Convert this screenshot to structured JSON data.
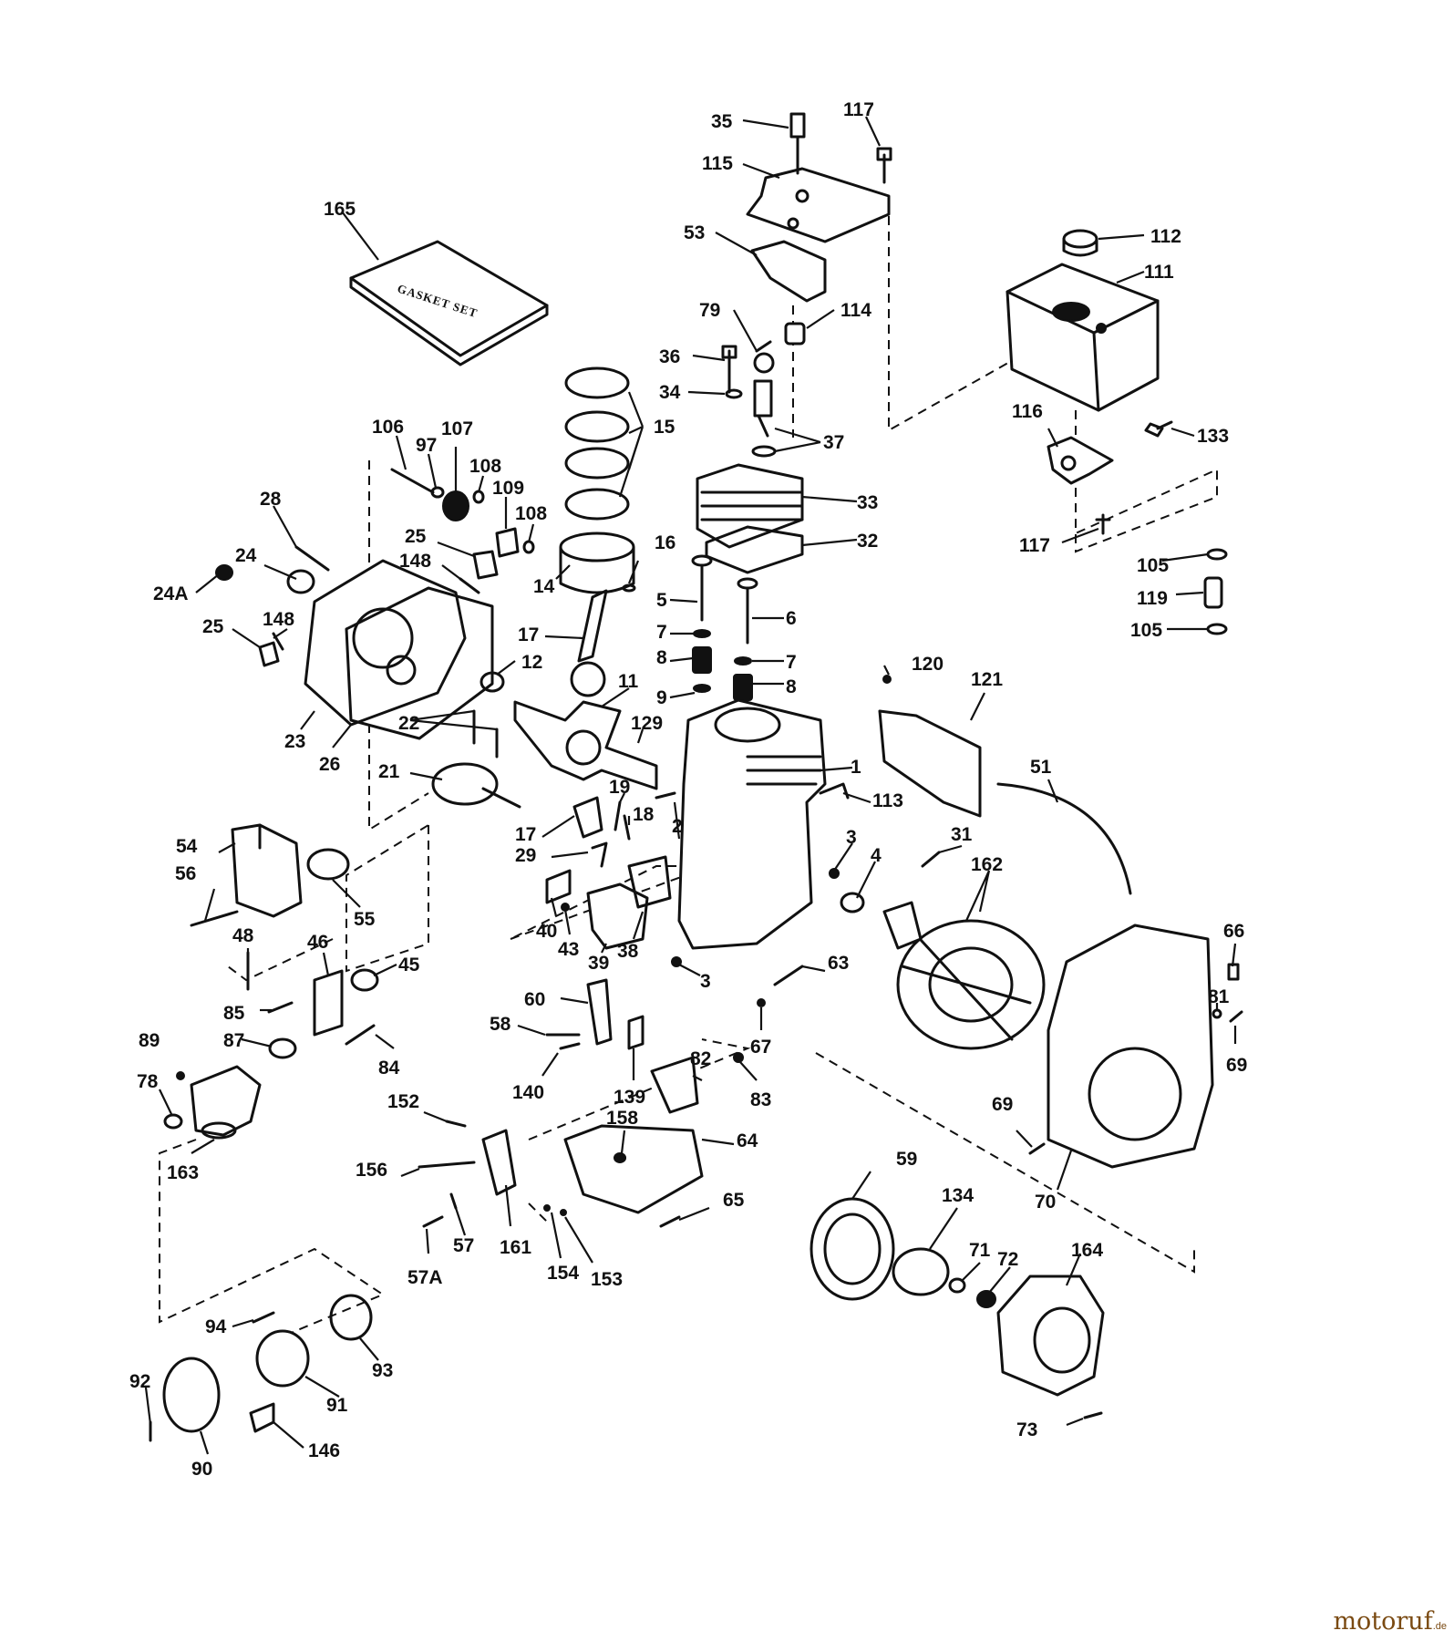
{
  "gasket_label": "GASKET SET",
  "watermark": {
    "name": "motoruf",
    "suffix": ".de"
  },
  "callouts": [
    {
      "id": "c35",
      "text": "35"
    },
    {
      "id": "c117a",
      "text": "117"
    },
    {
      "id": "c115",
      "text": "115"
    },
    {
      "id": "c165",
      "text": "165"
    },
    {
      "id": "c53",
      "text": "53"
    },
    {
      "id": "c112",
      "text": "112"
    },
    {
      "id": "c111",
      "text": "111"
    },
    {
      "id": "c79",
      "text": "79"
    },
    {
      "id": "c114",
      "text": "114"
    },
    {
      "id": "c36",
      "text": "36"
    },
    {
      "id": "c34",
      "text": "34"
    },
    {
      "id": "c15",
      "text": "15"
    },
    {
      "id": "c37",
      "text": "37"
    },
    {
      "id": "c116",
      "text": "116"
    },
    {
      "id": "c133",
      "text": "133"
    },
    {
      "id": "c106",
      "text": "106"
    },
    {
      "id": "c97",
      "text": "97"
    },
    {
      "id": "c107",
      "text": "107"
    },
    {
      "id": "c108a",
      "text": "108"
    },
    {
      "id": "c109",
      "text": "109"
    },
    {
      "id": "c108b",
      "text": "108"
    },
    {
      "id": "c33",
      "text": "33"
    },
    {
      "id": "c28",
      "text": "28"
    },
    {
      "id": "c32",
      "text": "32"
    },
    {
      "id": "c117b",
      "text": "117"
    },
    {
      "id": "c25a",
      "text": "25"
    },
    {
      "id": "c148a",
      "text": "148"
    },
    {
      "id": "c24",
      "text": "24"
    },
    {
      "id": "c14",
      "text": "14"
    },
    {
      "id": "c16",
      "text": "16"
    },
    {
      "id": "c105a",
      "text": "105"
    },
    {
      "id": "c24A",
      "text": "24A"
    },
    {
      "id": "c119",
      "text": "119"
    },
    {
      "id": "c5",
      "text": "5"
    },
    {
      "id": "c6",
      "text": "6"
    },
    {
      "id": "c105b",
      "text": "105"
    },
    {
      "id": "c25b",
      "text": "25"
    },
    {
      "id": "c148b",
      "text": "148"
    },
    {
      "id": "c7a",
      "text": "7"
    },
    {
      "id": "c17a",
      "text": "17"
    },
    {
      "id": "c8a",
      "text": "8"
    },
    {
      "id": "c7b",
      "text": "7"
    },
    {
      "id": "c12",
      "text": "12"
    },
    {
      "id": "c120",
      "text": "120"
    },
    {
      "id": "c11",
      "text": "11"
    },
    {
      "id": "c121",
      "text": "121"
    },
    {
      "id": "c8b",
      "text": "8"
    },
    {
      "id": "c9",
      "text": "9"
    },
    {
      "id": "c23",
      "text": "23"
    },
    {
      "id": "c22",
      "text": "22"
    },
    {
      "id": "c129",
      "text": "129"
    },
    {
      "id": "c26",
      "text": "26"
    },
    {
      "id": "c51",
      "text": "51"
    },
    {
      "id": "c1",
      "text": "1"
    },
    {
      "id": "c21",
      "text": "21"
    },
    {
      "id": "c113",
      "text": "113"
    },
    {
      "id": "c19",
      "text": "19"
    },
    {
      "id": "c18",
      "text": "18"
    },
    {
      "id": "c2",
      "text": "2"
    },
    {
      "id": "c31",
      "text": "31"
    },
    {
      "id": "c17b",
      "text": "17"
    },
    {
      "id": "c54",
      "text": "54"
    },
    {
      "id": "c3a",
      "text": "3"
    },
    {
      "id": "c162",
      "text": "162"
    },
    {
      "id": "c29",
      "text": "29"
    },
    {
      "id": "c4",
      "text": "4"
    },
    {
      "id": "c56",
      "text": "56"
    },
    {
      "id": "c55",
      "text": "55"
    },
    {
      "id": "c40",
      "text": "40"
    },
    {
      "id": "c43",
      "text": "43"
    },
    {
      "id": "c39",
      "text": "39"
    },
    {
      "id": "c38",
      "text": "38"
    },
    {
      "id": "c66",
      "text": "66"
    },
    {
      "id": "c48",
      "text": "48"
    },
    {
      "id": "c46",
      "text": "46"
    },
    {
      "id": "c45",
      "text": "45"
    },
    {
      "id": "c3b",
      "text": "3"
    },
    {
      "id": "c63",
      "text": "63"
    },
    {
      "id": "c60",
      "text": "60"
    },
    {
      "id": "c85",
      "text": "85"
    },
    {
      "id": "c81",
      "text": "81"
    },
    {
      "id": "c58",
      "text": "58"
    },
    {
      "id": "c69a",
      "text": "69"
    },
    {
      "id": "c89",
      "text": "89"
    },
    {
      "id": "c87",
      "text": "87"
    },
    {
      "id": "c67",
      "text": "67"
    },
    {
      "id": "c84",
      "text": "84"
    },
    {
      "id": "c82",
      "text": "82"
    },
    {
      "id": "c78",
      "text": "78"
    },
    {
      "id": "c140",
      "text": "140"
    },
    {
      "id": "c139",
      "text": "139"
    },
    {
      "id": "c83",
      "text": "83"
    },
    {
      "id": "c152",
      "text": "152"
    },
    {
      "id": "c69b",
      "text": "69"
    },
    {
      "id": "c158",
      "text": "158"
    },
    {
      "id": "c64",
      "text": "64"
    },
    {
      "id": "c163",
      "text": "163"
    },
    {
      "id": "c59",
      "text": "59"
    },
    {
      "id": "c156",
      "text": "156"
    },
    {
      "id": "c70",
      "text": "70"
    },
    {
      "id": "c134",
      "text": "134"
    },
    {
      "id": "c65",
      "text": "65"
    },
    {
      "id": "c57",
      "text": "57"
    },
    {
      "id": "c161",
      "text": "161"
    },
    {
      "id": "c164",
      "text": "164"
    },
    {
      "id": "c71",
      "text": "71"
    },
    {
      "id": "c72",
      "text": "72"
    },
    {
      "id": "c57A",
      "text": "57A"
    },
    {
      "id": "c154",
      "text": "154"
    },
    {
      "id": "c153",
      "text": "153"
    },
    {
      "id": "c94",
      "text": "94"
    },
    {
      "id": "c93",
      "text": "93"
    },
    {
      "id": "c92",
      "text": "92"
    },
    {
      "id": "c91",
      "text": "91"
    },
    {
      "id": "c73",
      "text": "73"
    },
    {
      "id": "c146",
      "text": "146"
    },
    {
      "id": "c90",
      "text": "90"
    }
  ]
}
